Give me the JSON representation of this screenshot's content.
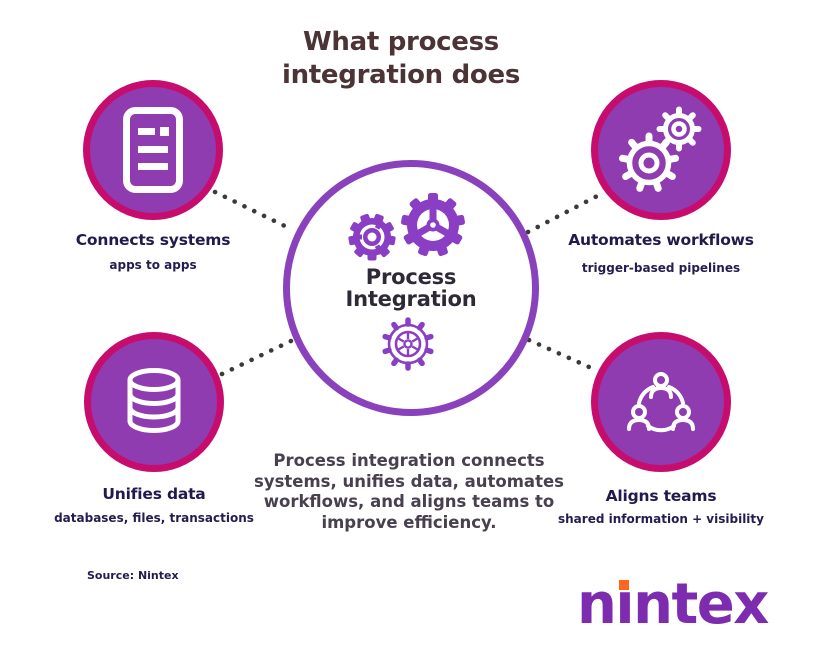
{
  "title": {
    "line1": "What process",
    "line2": "integration does"
  },
  "center": {
    "line1": "Process",
    "line2": "Integration",
    "icons": [
      "gear-small-icon",
      "gear-large-icon",
      "gear-outline-icon"
    ]
  },
  "nodes": [
    {
      "id": "connects-systems",
      "label": "Connects systems",
      "sublabel": "apps to apps",
      "icon": "document-icon"
    },
    {
      "id": "automates-workflows",
      "label": "Automates workflows",
      "sublabel": "trigger-based pipelines",
      "icon": "gears-icon"
    },
    {
      "id": "unifies-data",
      "label": "Unifies data",
      "sublabel": "databases, files, transactions",
      "icon": "database-icon"
    },
    {
      "id": "aligns-teams",
      "label": "Aligns teams",
      "sublabel": "shared information + visibility",
      "icon": "team-icon"
    }
  ],
  "summary": {
    "lines": [
      "Process integration connects",
      "systems, unifies data, automates",
      "workflows, and aligns teams to",
      "improve efficiency."
    ]
  },
  "source": {
    "text": "Source: Nintex"
  },
  "brand": {
    "name": "nintex"
  },
  "colors": {
    "node_fill": "#8e3caf",
    "node_ring": "#c60d6e",
    "center_ring": "#8a42bc",
    "gear_purple": "#8a3ec4",
    "title_text": "#4b3336",
    "label_text": "#211a4c",
    "summary_text": "#48404f",
    "brand_purple": "#7d2caf",
    "brand_orange": "#ff671f",
    "connector_dots": "#3a3a3a"
  }
}
